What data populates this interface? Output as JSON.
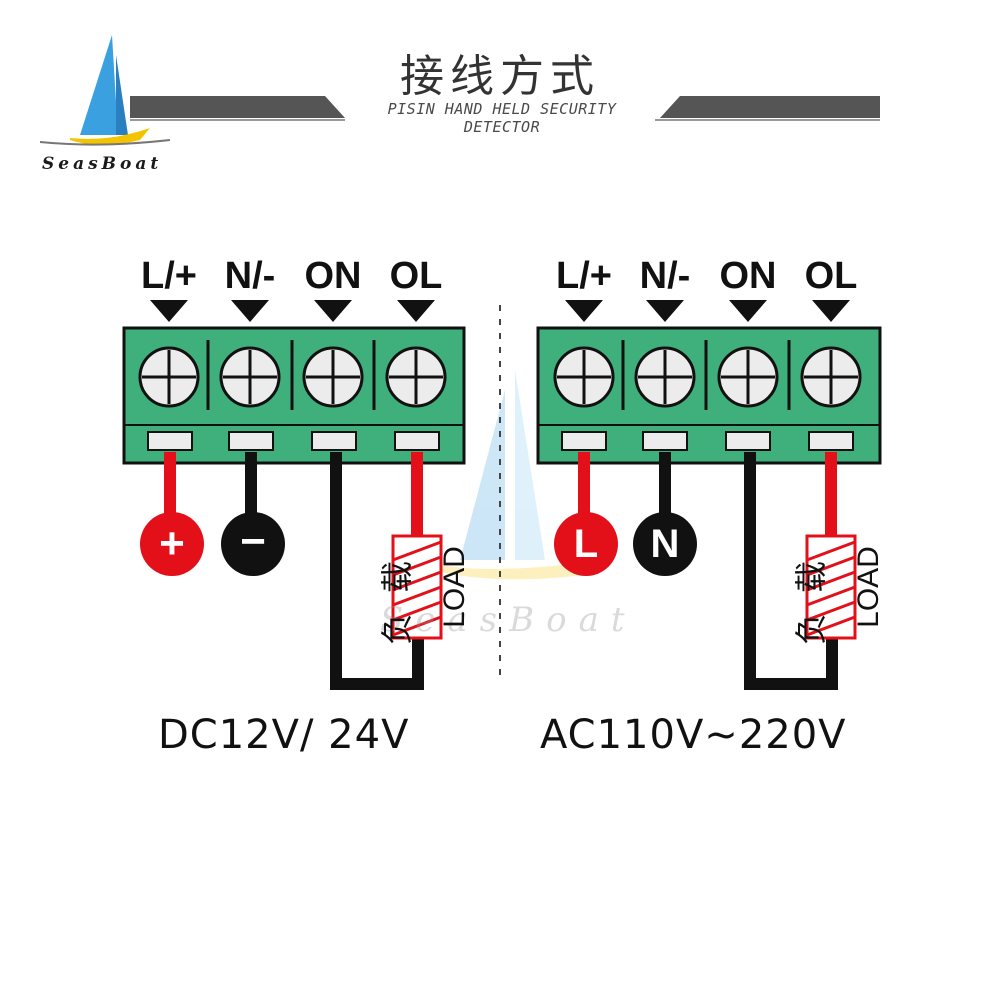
{
  "header": {
    "title": "接线方式",
    "subtitle": "PISIN HAND HELD SECURITY DETECTOR"
  },
  "brand": {
    "name": "SeasBoat",
    "watermark": "SeasBoat"
  },
  "panels": [
    {
      "terminals": [
        "L/+",
        "N/-",
        "ON",
        "OL"
      ],
      "supply_symbols": [
        "+",
        "−"
      ],
      "load_label_cn": "负载",
      "load_label_en": "LOAD",
      "caption": "DC12V/ 24V"
    },
    {
      "terminals": [
        "L/+",
        "N/-",
        "ON",
        "OL"
      ],
      "supply_symbols": [
        "L",
        "N"
      ],
      "load_label_cn": "负载",
      "load_label_en": "LOAD",
      "caption": "AC110V~220V"
    }
  ],
  "colors": {
    "terminal_block": "#3fb07c",
    "terminal_outline": "#1a1a1a",
    "wire_red": "#e3101a",
    "wire_black": "#111111",
    "header_bar": "#555555",
    "sail_blue": "#3aa0e0"
  }
}
